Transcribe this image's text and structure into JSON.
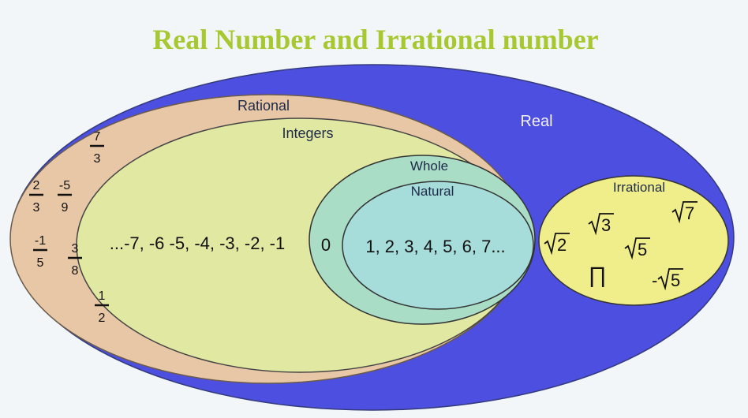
{
  "title": "Real Number and Irrational number",
  "colors": {
    "title": "#a8c832",
    "real": "#4d4fe0",
    "rational": "#e7c7a6",
    "integers": "#e0e8a2",
    "whole": "#a9ddc6",
    "natural": "#a6dcd9",
    "irrational": "#f0ee8a"
  },
  "sets": {
    "real": "Real",
    "rational": "Rational",
    "integers": "Integers",
    "whole": "Whole",
    "natural": "Natural",
    "irrational": "Irrational"
  },
  "members": {
    "integers": "...-7, -6 -5, -4, -3, -2, -1",
    "whole": "0",
    "natural": "1, 2, 3, 4, 5, 6, 7...",
    "fractions": [
      {
        "num": "7",
        "den": "3"
      },
      {
        "num": "2",
        "den": "3"
      },
      {
        "num": "-5",
        "den": "9"
      },
      {
        "num": "-1",
        "den": "5"
      },
      {
        "num": "3",
        "den": "8"
      },
      {
        "num": "1",
        "den": "2"
      }
    ],
    "irrational": [
      {
        "prefix": "",
        "radicand": "2"
      },
      {
        "prefix": "",
        "radicand": "3"
      },
      {
        "prefix": "",
        "radicand": "7"
      },
      {
        "prefix": "",
        "radicand": "5"
      },
      {
        "prefix": "-",
        "radicand": "5"
      }
    ],
    "pi": "∏"
  }
}
